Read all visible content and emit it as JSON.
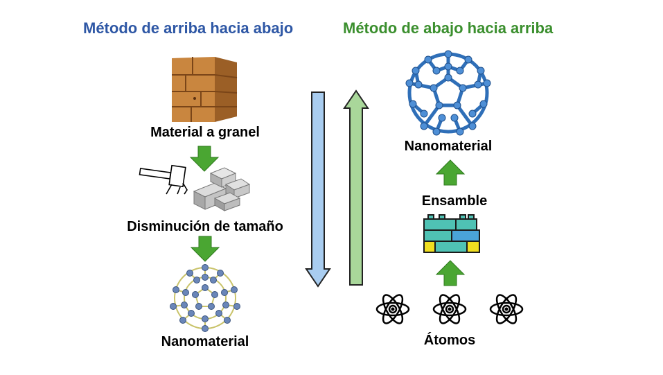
{
  "colors": {
    "top_down_title": "#2e57a5",
    "bottom_up_title": "#3b8f2e",
    "step_arrow_green": "#4aa632",
    "down_arrow_blue": "#a9cdf0",
    "up_arrow_green": "#a9d79a"
  },
  "top_down": {
    "title": "Método de arriba hacia abajo",
    "steps": [
      {
        "label": "Material a granel",
        "icon": "wood-block-icon"
      },
      {
        "label": "Disminución de tamaño",
        "icon": "hammer-breaking-icon"
      },
      {
        "label": "Nanomaterial",
        "icon": "fullerene-icon"
      }
    ]
  },
  "bottom_up": {
    "title": "Método de abajo hacia arriba",
    "steps": [
      {
        "label": "Nanomaterial",
        "icon": "fullerene-blue-icon"
      },
      {
        "label": "Ensamble",
        "icon": "bricks-assembly-icon"
      },
      {
        "label": "Átomos",
        "icon": "atom-icon"
      }
    ]
  }
}
